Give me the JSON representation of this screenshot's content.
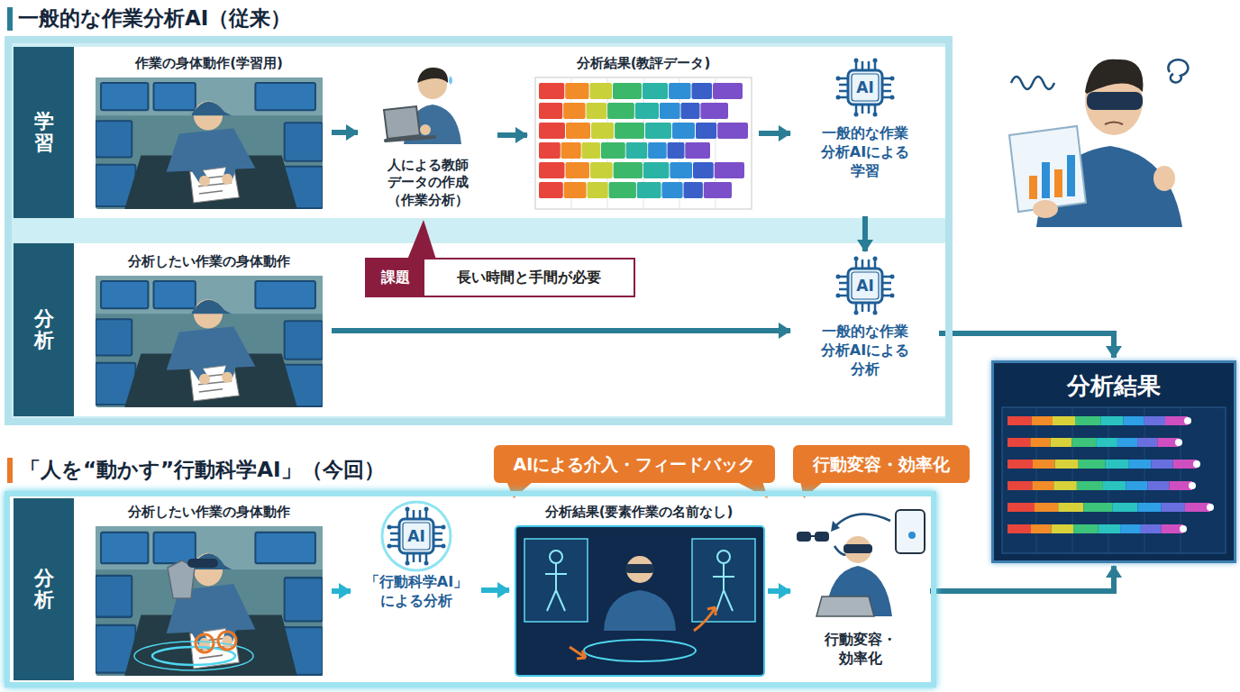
{
  "diagram": {
    "nodes": [
      {
        "text": [
          "一般的な作業分析AI（従来）"
        ]
      },
      {
        "text": [
          "学習"
        ],
        "in": 0
      },
      {
        "text": [
          "作業の身体動作(学習用)"
        ],
        "in": 1
      },
      {
        "text": [
          "人による教師データの作成（作業分析）"
        ],
        "in": 1
      },
      {
        "text": [
          "分析結果(教評データ)"
        ],
        "in": 1
      },
      {
        "text": [
          "AI",
          "一般的な作業分析AIによる学習"
        ],
        "in": 1
      },
      {
        "text": [
          "課題",
          "長い時間と手間が必要"
        ],
        "in": 0
      },
      {
        "text": [
          "分析"
        ],
        "in": 0
      },
      {
        "text": [
          "分析したい作業の身体動作"
        ],
        "in": 7
      },
      {
        "text": [
          "AI",
          "一般的な作業分析AIによる分析"
        ],
        "in": 7
      },
      {
        "text": [
          "分析結果"
        ]
      },
      {
        "text": [
          "「人を“動かす”行動科学AI」（今回）",
          "分析"
        ]
      },
      {
        "text": [
          "AIによる介入・フィードバック"
        ]
      },
      {
        "text": [
          "行動変容・効率化"
        ]
      },
      {
        "text": [
          "分析したい作業の身体動作"
        ],
        "in": 11
      },
      {
        "text": [
          "AI",
          "「行動科学AI」による分析"
        ],
        "in": 11
      },
      {
        "text": [
          "分析結果(要素作業の名前なし)"
        ],
        "in": 11
      },
      {
        "text": [
          "行動変容・効率化"
        ],
        "in": 11
      }
    ],
    "edges": [
      {
        "from": 2,
        "to": 3,
        "arrow": "to"
      },
      {
        "from": 3,
        "to": 4,
        "arrow": "to"
      },
      {
        "from": 4,
        "to": 5,
        "arrow": "to"
      },
      {
        "from": 5,
        "to": 9,
        "arrow": "to"
      },
      {
        "from": 8,
        "to": 9,
        "arrow": "to"
      },
      {
        "from": 9,
        "to": 10,
        "arrow": "to"
      },
      {
        "from": 14,
        "to": 15,
        "arrow": "to"
      },
      {
        "from": 15,
        "to": 16,
        "arrow": "to"
      },
      {
        "from": 16,
        "to": 17,
        "arrow": "to"
      },
      {
        "from": 17,
        "to": 10,
        "arrow": "to"
      }
    ]
  }
}
